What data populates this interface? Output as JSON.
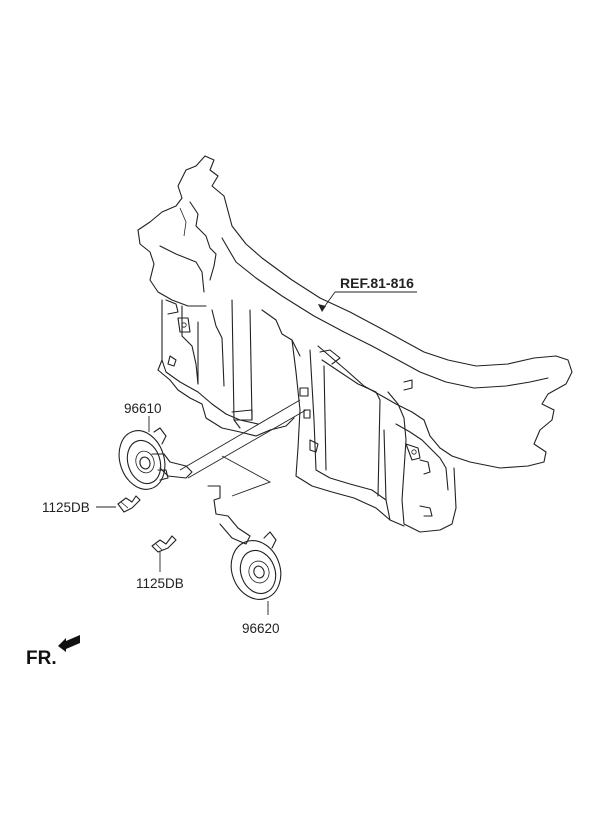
{
  "labels": {
    "ref": "REF.81-816",
    "horn_high": "96610",
    "horn_low": "96620",
    "bolt_upper": "1125DB",
    "bolt_lower": "1125DB",
    "front": "FR."
  },
  "colors": {
    "line": "#222222",
    "background": "#ffffff"
  }
}
